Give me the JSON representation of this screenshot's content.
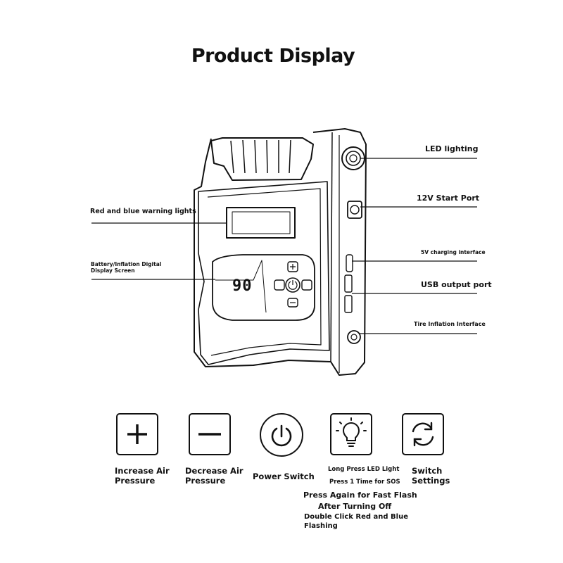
{
  "title": "Product Display",
  "callouts": {
    "led_lighting": "LED lighting",
    "start_port": "12V Start Port",
    "charging_interface": "5V charging interface",
    "usb_output": "USB output port",
    "tire_inflation": "Tire Inflation Interface",
    "warning_lights": "Red and blue warning lights",
    "display_screen": "Battery/Inflation Digital Display Screen"
  },
  "device_display": {
    "reading": "90"
  },
  "features": {
    "increase": {
      "label": "Increase Air Pressure",
      "icon": "plus-icon"
    },
    "decrease": {
      "label": "Decrease Air Pressure",
      "icon": "minus-icon"
    },
    "power": {
      "label": "Power Switch",
      "icon": "power-icon"
    },
    "led": {
      "icon": "lightbulb-icon",
      "line1": "Long Press LED Light",
      "line2": "Press 1 Time for SOS",
      "line3": "Press Again for Fast Flash",
      "line4": "After Turning Off",
      "line5": "Double Click Red and Blue",
      "line6": "Flashing"
    },
    "switch": {
      "label": "Switch Settings",
      "icon": "refresh-icon"
    }
  }
}
